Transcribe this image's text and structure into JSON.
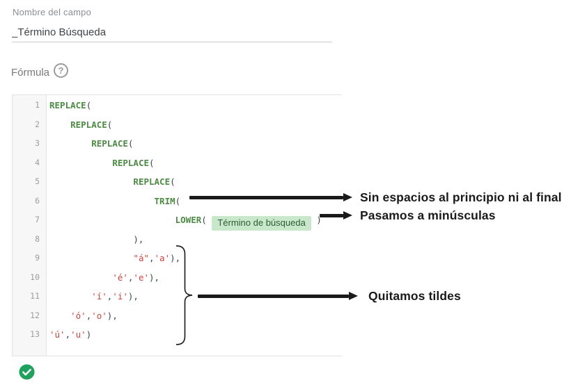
{
  "field": {
    "label": "Nombre del campo",
    "value": "_Término Búsqueda"
  },
  "formula": {
    "label": "Fórmula",
    "help_glyph": "?"
  },
  "editor": {
    "lines": [
      {
        "num": "1",
        "tokens": [
          [
            "k",
            "REPLACE"
          ],
          [
            "p",
            "("
          ]
        ]
      },
      {
        "num": "2",
        "tokens": [
          [
            "p",
            "    "
          ],
          [
            "k",
            "REPLACE"
          ],
          [
            "p",
            "("
          ]
        ]
      },
      {
        "num": "3",
        "tokens": [
          [
            "p",
            "        "
          ],
          [
            "k",
            "REPLACE"
          ],
          [
            "p",
            "("
          ]
        ]
      },
      {
        "num": "4",
        "tokens": [
          [
            "p",
            "            "
          ],
          [
            "k",
            "REPLACE"
          ],
          [
            "p",
            "("
          ]
        ]
      },
      {
        "num": "5",
        "tokens": [
          [
            "p",
            "                "
          ],
          [
            "k",
            "REPLACE"
          ],
          [
            "p",
            "("
          ]
        ]
      },
      {
        "num": "6",
        "tokens": [
          [
            "p",
            "                    "
          ],
          [
            "k",
            "TRIM"
          ],
          [
            "p",
            "("
          ]
        ]
      },
      {
        "num": "7",
        "tokens": [
          [
            "p",
            "                        "
          ],
          [
            "k",
            "LOWER"
          ],
          [
            "p",
            "( "
          ],
          [
            "chip",
            "Término de búsqueda"
          ],
          [
            "p",
            " )"
          ]
        ]
      },
      {
        "num": "8",
        "tokens": [
          [
            "p",
            "                ),"
          ]
        ]
      },
      {
        "num": "9",
        "tokens": [
          [
            "p",
            "                "
          ],
          [
            "s",
            "\"á\""
          ],
          [
            "p",
            ","
          ],
          [
            "s",
            "'a'"
          ],
          [
            "p",
            "),"
          ]
        ]
      },
      {
        "num": "10",
        "tokens": [
          [
            "p",
            "            "
          ],
          [
            "s",
            "'é'"
          ],
          [
            "p",
            ","
          ],
          [
            "s",
            "'e'"
          ],
          [
            "p",
            "),"
          ]
        ]
      },
      {
        "num": "11",
        "tokens": [
          [
            "p",
            "        "
          ],
          [
            "s",
            "'í'"
          ],
          [
            "p",
            ","
          ],
          [
            "s",
            "'i'"
          ],
          [
            "p",
            "),"
          ]
        ]
      },
      {
        "num": "12",
        "tokens": [
          [
            "p",
            "    "
          ],
          [
            "s",
            "'ó'"
          ],
          [
            "p",
            ","
          ],
          [
            "s",
            "'o'"
          ],
          [
            "p",
            "),"
          ]
        ]
      },
      {
        "num": "13",
        "tokens": [
          [
            "s",
            "'ú'"
          ],
          [
            "p",
            ","
          ],
          [
            "s",
            "'u'"
          ],
          [
            "p",
            ")"
          ]
        ]
      }
    ]
  },
  "annotations": [
    {
      "text": "Sin espacios al principio ni al final"
    },
    {
      "text": "Pasamos a minúsculas"
    },
    {
      "text": "Quitamos tildes"
    }
  ],
  "colors": {
    "keyword_green": "#4c8b43",
    "string_red": "#c8453e",
    "punctuation": "#37474f",
    "chip_bg": "#c9e7ca",
    "chip_text": "#2b5d33",
    "status_green": "#1ea15d",
    "annotation_black": "#1a1a1a"
  }
}
